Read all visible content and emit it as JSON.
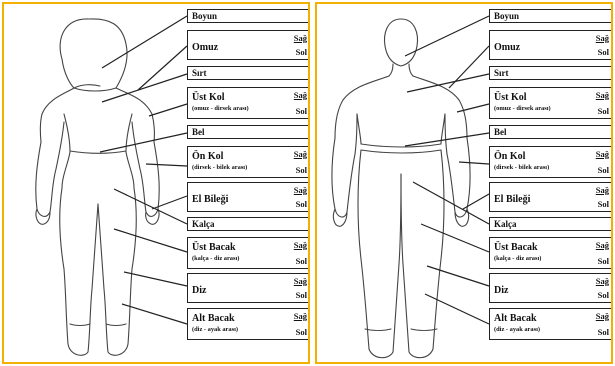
{
  "side": {
    "right": "Sağ",
    "left": "Sol"
  },
  "regions": [
    {
      "name": "Boyun",
      "note": ""
    },
    {
      "name": "Omuz",
      "note": ""
    },
    {
      "name": "Sırt",
      "note": ""
    },
    {
      "name": "Üst Kol",
      "note": "(omuz - dirsek arası)"
    },
    {
      "name": "Bel",
      "note": ""
    },
    {
      "name": "Ön Kol",
      "note": "(dirsek - bilek arası)"
    },
    {
      "name": "El Bileği",
      "note": ""
    },
    {
      "name": "Kalça",
      "note": ""
    },
    {
      "name": "Üst Bacak",
      "note": "(kalça - diz arası)"
    },
    {
      "name": "Diz",
      "note": ""
    },
    {
      "name": "Alt Bacak",
      "note": "(diz - ayak arası)"
    }
  ],
  "colors": {
    "panel_border": "#f2b100",
    "line": "#222222"
  }
}
